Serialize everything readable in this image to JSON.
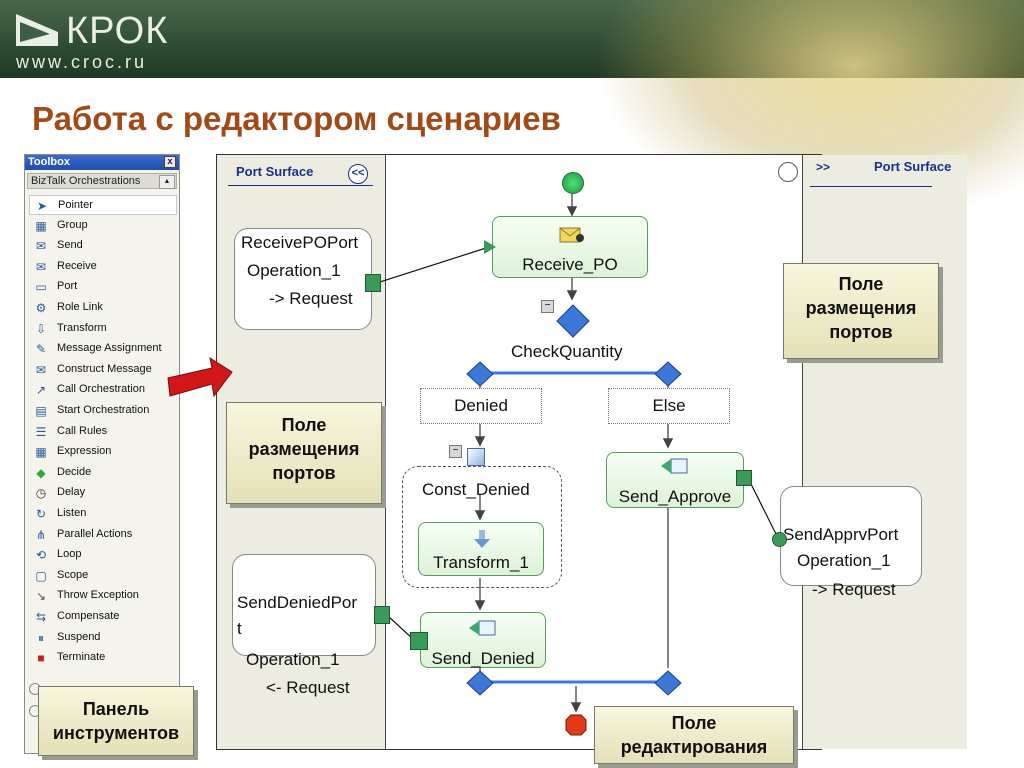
{
  "colors": {
    "header_green": "#2e4c33",
    "title_brown": "#a14a18",
    "port_title_blue": "#1a2f8a",
    "decide_blue": "#3d78d8",
    "connector_green": "#3a9a5a",
    "callout_fill": "#ece8c4",
    "arrow_red": "#d01818"
  },
  "header": {
    "logo_text": "КРОК",
    "logo_url": "www.croc.ru",
    "logo_icon": "croc-logo-icon"
  },
  "slide": {
    "title": "Работа с редактором сценариев"
  },
  "toolbox": {
    "title": "Toolbox",
    "close_glyph": "x",
    "section": "BizTalk Orchestrations",
    "items": [
      {
        "label": "Pointer",
        "icon": "pointer-icon"
      },
      {
        "label": "Group",
        "icon": "group-icon"
      },
      {
        "label": "Send",
        "icon": "send-icon"
      },
      {
        "label": "Receive",
        "icon": "receive-icon"
      },
      {
        "label": "Port",
        "icon": "port-icon"
      },
      {
        "label": "Role Link",
        "icon": "role-link-icon"
      },
      {
        "label": "Transform",
        "icon": "transform-icon"
      },
      {
        "label": "Message Assignment",
        "icon": "message-assignment-icon"
      },
      {
        "label": "Construct Message",
        "icon": "construct-message-icon"
      },
      {
        "label": "Call Orchestration",
        "icon": "call-orchestration-icon"
      },
      {
        "label": "Start Orchestration",
        "icon": "start-orchestration-icon"
      },
      {
        "label": "Call Rules",
        "icon": "call-rules-icon"
      },
      {
        "label": "Expression",
        "icon": "expression-icon"
      },
      {
        "label": "Decide",
        "icon": "decide-icon"
      },
      {
        "label": "Delay",
        "icon": "delay-icon"
      },
      {
        "label": "Listen",
        "icon": "listen-icon"
      },
      {
        "label": "Parallel Actions",
        "icon": "parallel-actions-icon"
      },
      {
        "label": "Loop",
        "icon": "loop-icon"
      },
      {
        "label": "Scope",
        "icon": "scope-icon"
      },
      {
        "label": "Throw Exception",
        "icon": "throw-exception-icon"
      },
      {
        "label": "Compensate",
        "icon": "compensate-icon"
      },
      {
        "label": "Suspend",
        "icon": "suspend-icon"
      },
      {
        "label": "Terminate",
        "icon": "terminate-icon"
      }
    ]
  },
  "left_port_surface": {
    "title": "Port Surface",
    "collapse_glyph": "<<",
    "receive_port": {
      "line1": "ReceivePOPort",
      "line2": "Operation_1",
      "line3": "-> Request"
    },
    "send_denied_port": {
      "line1": "SendDeniedPor",
      "line2": "t",
      "line3": "Operation_1",
      "line4": "<- Request"
    }
  },
  "right_port_surface": {
    "title": "Port Surface",
    "expand_glyph": ">>",
    "send_approve_port": {
      "line1": "SendApprvPort",
      "line2": "Operation_1",
      "line3": "-> Request"
    }
  },
  "orchestration": {
    "receive_shape": "Receive_PO",
    "decide_label": "CheckQuantity",
    "branch_left": "Denied",
    "branch_right": "Else",
    "scope_label": "Const_Denied",
    "transform_label": "Transform_1",
    "send_denied_label": "Send_Denied",
    "send_approve_label": "Send_Approve",
    "collapse_glyph": "−"
  },
  "callouts": {
    "left_port": [
      "Поле",
      "размещения",
      "портов"
    ],
    "right_port": [
      "Поле",
      "размещения",
      "портов"
    ],
    "toolbox": [
      "Панель",
      "инструментов"
    ],
    "editor": [
      "Поле",
      "редактирования"
    ]
  }
}
